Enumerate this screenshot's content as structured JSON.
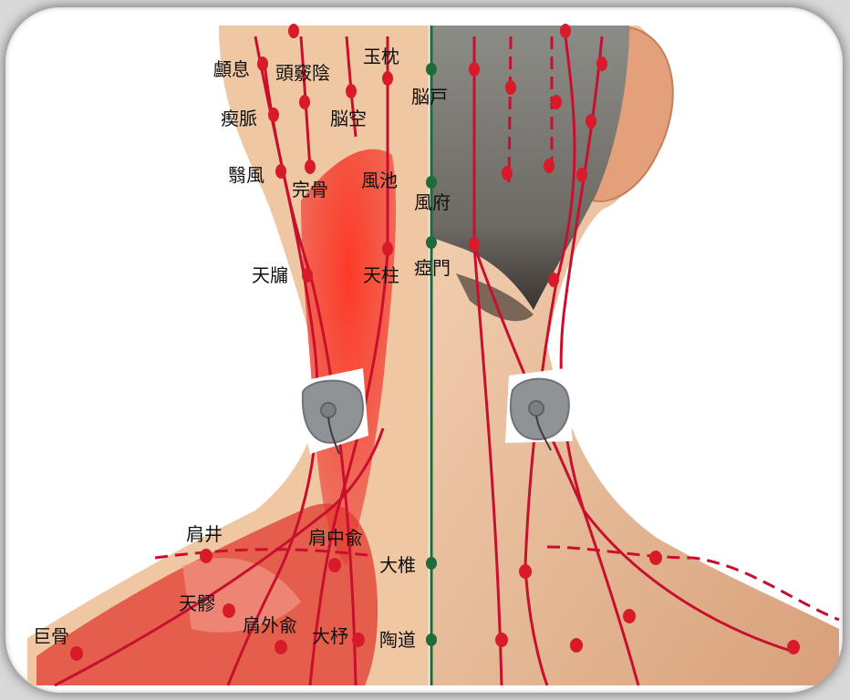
{
  "acupoints": {
    "touyin": "頭竅陰",
    "naohu": "脳戸",
    "luxi": "顱息",
    "yuzhen": "玉枕",
    "qimai": "瘈脈",
    "naokong": "脳空",
    "yifeng": "翳風",
    "wangu": "完骨",
    "fengchi": "風池",
    "fengfu": "風府",
    "tianyou": "天牖",
    "tianzhu": "天柱",
    "yamen": "瘂門",
    "jianjing": "肩井",
    "jianzhongshu": "肩中兪",
    "dazhui": "大椎",
    "tianliao": "天髎",
    "jianwaishu": "肩外兪",
    "dazhu": "大杼",
    "taodao": "陶道",
    "jugu": "巨骨"
  },
  "colors": {
    "meridian": "#c8102e",
    "governor_vessel": "#1f6b3a",
    "skin_light": "#f2c9a6",
    "skin_shade": "#d9a27c",
    "hair": "#7c7c78",
    "muscle": "#e8342c",
    "pad": "#8f9396"
  },
  "icons": [
    "electrode-pad-left-icon",
    "electrode-pad-right-icon"
  ]
}
